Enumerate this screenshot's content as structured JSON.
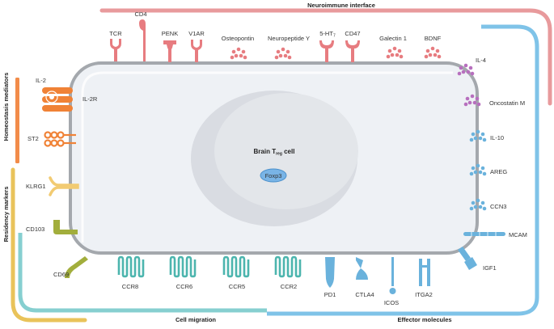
{
  "colors": {
    "neuroimmune": "#e89a9c",
    "effector": "#7fc3e8",
    "migration": "#86cfd0",
    "homeostasis": "#f28c4a",
    "residency": "#e9c35a",
    "receptor_pink": "#e77c80",
    "receptor_blue": "#6ab2dc",
    "receptor_teal": "#4cb5ae",
    "orange": "#f08236",
    "yellow": "#f2cb72",
    "olive": "#a2ae3c",
    "lilac": "#b76fbe",
    "cell_body": "#eef1f5",
    "cell_border": "#a4a8ad",
    "nucleus": "#d9dce2",
    "foxp3": "#79b4e6"
  },
  "sections": {
    "neuroimmune": "Neuroimmune interface",
    "cell_migration": "Cell migration",
    "effector_molecules": "Effector molecules",
    "homeostasis": "Homeostasis mediators",
    "residency": "Residency markers"
  },
  "cell": {
    "title_main": "Brain T",
    "title_sub": "reg",
    "title_suffix": " cell",
    "nucleus_label": "Foxp3"
  },
  "top_labels": {
    "tcr": "TCR",
    "cd4": "CD4",
    "penk": "PENK",
    "v1ar": "V1AR",
    "osteopontin": "Osteopontin",
    "npy": "Neuropeptide Y",
    "ht7_main": "5-HT",
    "ht7_sub": "7",
    "cd47": "CD47",
    "galectin": "Galectin 1",
    "bdnf": "BDNF"
  },
  "right_labels": {
    "il4": "IL-4",
    "oncostatin": "Oncostatin M",
    "il10": "IL-10",
    "areg": "AREG",
    "ccn3": "CCN3",
    "mcam": "MCAM",
    "igf1": "IGF1"
  },
  "left_labels": {
    "il2": "IL-2",
    "il2r": "IL-2R",
    "st2": "ST2",
    "klrg1": "KLRG1",
    "cd103": "CD103",
    "cd69": "CD69"
  },
  "bottom_labels": {
    "ccr8": "CCR8",
    "ccr6": "CCR6",
    "ccr5": "CCR5",
    "ccr2": "CCR2",
    "pd1": "PD1",
    "ctla4": "CTLA4",
    "icos": "ICOS",
    "itga2": "ITGA2"
  }
}
